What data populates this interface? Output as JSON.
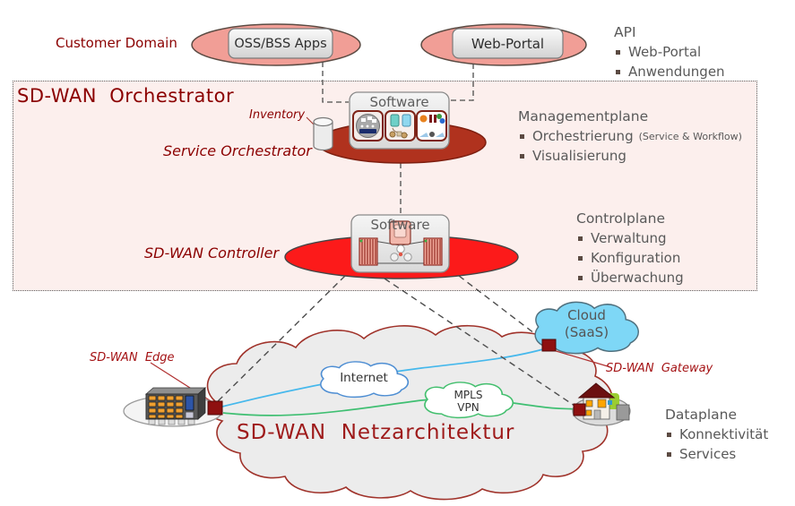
{
  "header": {
    "customer_domain": "Customer Domain",
    "oss_bss_apps": "OSS/BSS Apps",
    "web_portal": "Web-Portal",
    "api": {
      "title": "API",
      "items": [
        "Web-Portal",
        "Anwendungen"
      ]
    }
  },
  "orchestrator": {
    "title": "SD-WAN  Orchestrator",
    "inventory": "Inventory",
    "service_orchestrator": "Service Orchestrator",
    "software_top": "Software",
    "software_bottom": "Software",
    "sdwan_controller": "SD-WAN Controller",
    "managementplane": {
      "title": "Managementplane",
      "item1": "Orchestrierung",
      "item1_note": "(Service & Workflow)",
      "item2": "Visualisierung"
    },
    "controlplane": {
      "title": "Controlplane",
      "items": [
        "Verwaltung",
        "Konfiguration",
        "Überwachung"
      ]
    }
  },
  "network": {
    "title": "SD-WAN  Netzarchitektur",
    "internet": "Internet",
    "mpls_line1": "MPLS",
    "mpls_line2": "VPN",
    "saas_line1": "Cloud",
    "saas_line2": "(SaaS)",
    "edge": "SD-WAN  Edge",
    "gateway": "SD-WAN  Gateway",
    "dataplane": {
      "title": "Dataplane",
      "items": [
        "Konnektivität",
        "Services"
      ]
    }
  },
  "colors": {
    "dark_red_text": "#8B0000",
    "panel_bg": "#FCEFED",
    "pink_ellipse": "#F19E96",
    "brick_ellipse": "#B0321E",
    "bright_red_ellipse": "#FC1A1A",
    "gray_text": "#595959",
    "big_cloud_fill": "#ECECEC",
    "big_cloud_stroke": "#A0332B",
    "internet_stroke": "#4E8ED3",
    "mpls_stroke": "#43BF6E",
    "saas_fill": "#7ED7F6",
    "blue_link": "#45B8EC",
    "green_link": "#3FBF72",
    "device_square": "#8E1010"
  }
}
